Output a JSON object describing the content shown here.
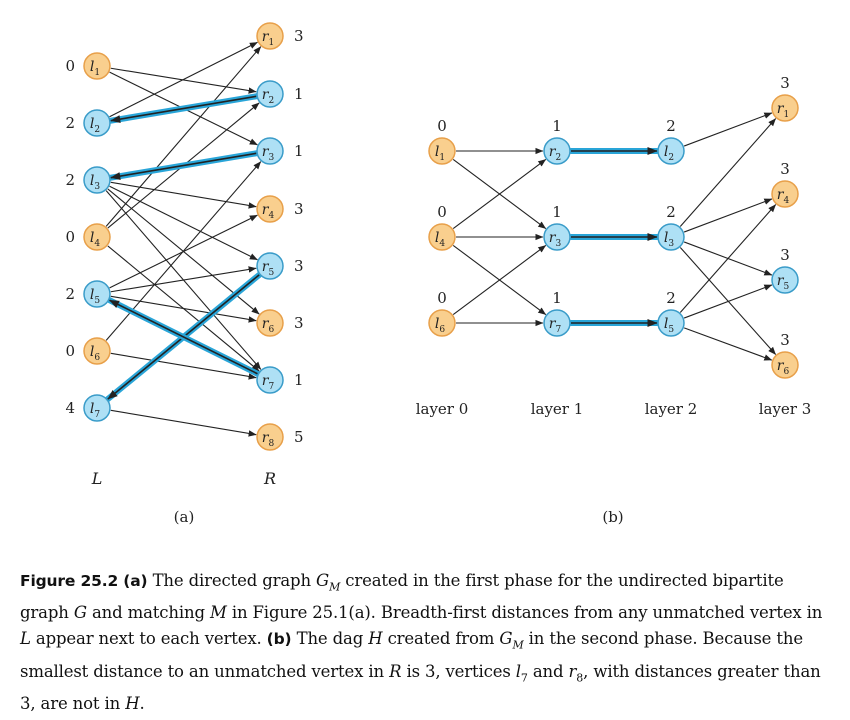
{
  "colors": {
    "matched_fill": "#aee0f5",
    "matched_stroke": "#3a9cc9",
    "unmatched_fill": "#f9cf8e",
    "unmatched_stroke": "#e8a04a",
    "edge": "#222222",
    "highlight": "#29a5d8"
  },
  "part_a": {
    "label": "(a)",
    "left_column_label": "L",
    "right_column_label": "R",
    "left_nodes": [
      {
        "id": "l1",
        "base": "l",
        "sub": "1",
        "dist": "0",
        "matched": false
      },
      {
        "id": "l2",
        "base": "l",
        "sub": "2",
        "dist": "2",
        "matched": true
      },
      {
        "id": "l3",
        "base": "l",
        "sub": "3",
        "dist": "2",
        "matched": true
      },
      {
        "id": "l4",
        "base": "l",
        "sub": "4",
        "dist": "0",
        "matched": false
      },
      {
        "id": "l5",
        "base": "l",
        "sub": "5",
        "dist": "2",
        "matched": true
      },
      {
        "id": "l6",
        "base": "l",
        "sub": "6",
        "dist": "0",
        "matched": false
      },
      {
        "id": "l7",
        "base": "l",
        "sub": "7",
        "dist": "4",
        "matched": true
      }
    ],
    "right_nodes": [
      {
        "id": "r1",
        "base": "r",
        "sub": "1",
        "dist": "3",
        "matched": false
      },
      {
        "id": "r2",
        "base": "r",
        "sub": "2",
        "dist": "1",
        "matched": true
      },
      {
        "id": "r3",
        "base": "r",
        "sub": "3",
        "dist": "1",
        "matched": true
      },
      {
        "id": "r4",
        "base": "r",
        "sub": "4",
        "dist": "3",
        "matched": false
      },
      {
        "id": "r5",
        "base": "r",
        "sub": "5",
        "dist": "3",
        "matched": true
      },
      {
        "id": "r6",
        "base": "r",
        "sub": "6",
        "dist": "3",
        "matched": false
      },
      {
        "id": "r7",
        "base": "r",
        "sub": "7",
        "dist": "1",
        "matched": true
      },
      {
        "id": "r8",
        "base": "r",
        "sub": "8",
        "dist": "5",
        "matched": false
      }
    ],
    "edges_L_to_R": [
      [
        "l1",
        "r2"
      ],
      [
        "l1",
        "r3"
      ],
      [
        "l2",
        "r1"
      ],
      [
        "l3",
        "r4"
      ],
      [
        "l3",
        "r5"
      ],
      [
        "l3",
        "r7"
      ],
      [
        "l4",
        "r1"
      ],
      [
        "l4",
        "r2"
      ],
      [
        "l4",
        "r7"
      ],
      [
        "l5",
        "r4"
      ],
      [
        "l5",
        "r5"
      ],
      [
        "l5",
        "r6"
      ],
      [
        "l6",
        "r3"
      ],
      [
        "l6",
        "r7"
      ],
      [
        "l7",
        "r8"
      ],
      [
        "l3",
        "r6"
      ]
    ],
    "matched_edges_R_to_L": [
      [
        "r2",
        "l2"
      ],
      [
        "r3",
        "l3"
      ],
      [
        "r5",
        "l7"
      ],
      [
        "r7",
        "l5"
      ]
    ]
  },
  "part_b": {
    "label": "(b)",
    "layers": [
      "layer 0",
      "layer 1",
      "layer 2",
      "layer 3"
    ],
    "nodes": [
      {
        "id": "l1",
        "base": "l",
        "sub": "1",
        "dist": "0",
        "matched": false,
        "layer": 0,
        "row": 0
      },
      {
        "id": "l4",
        "base": "l",
        "sub": "4",
        "dist": "0",
        "matched": false,
        "layer": 0,
        "row": 1
      },
      {
        "id": "l6",
        "base": "l",
        "sub": "6",
        "dist": "0",
        "matched": false,
        "layer": 0,
        "row": 2
      },
      {
        "id": "r2",
        "base": "r",
        "sub": "2",
        "dist": "1",
        "matched": true,
        "layer": 1,
        "row": 0
      },
      {
        "id": "r3",
        "base": "r",
        "sub": "3",
        "dist": "1",
        "matched": true,
        "layer": 1,
        "row": 1
      },
      {
        "id": "r7",
        "base": "r",
        "sub": "7",
        "dist": "1",
        "matched": true,
        "layer": 1,
        "row": 2
      },
      {
        "id": "l2",
        "base": "l",
        "sub": "2",
        "dist": "2",
        "matched": true,
        "layer": 2,
        "row": 0
      },
      {
        "id": "l3",
        "base": "l",
        "sub": "3",
        "dist": "2",
        "matched": true,
        "layer": 2,
        "row": 1
      },
      {
        "id": "l5",
        "base": "l",
        "sub": "5",
        "dist": "2",
        "matched": true,
        "layer": 2,
        "row": 2
      },
      {
        "id": "r1",
        "base": "r",
        "sub": "1",
        "dist": "3",
        "matched": false,
        "layer": 3,
        "row": 0
      },
      {
        "id": "r4",
        "base": "r",
        "sub": "4",
        "dist": "3",
        "matched": false,
        "layer": 3,
        "row": 1
      },
      {
        "id": "r5",
        "base": "r",
        "sub": "5",
        "dist": "3",
        "matched": true,
        "layer": 3,
        "row": 2
      },
      {
        "id": "r6",
        "base": "r",
        "sub": "6",
        "dist": "3",
        "matched": false,
        "layer": 3,
        "row": 3
      }
    ],
    "edges": [
      [
        "l1",
        "r2"
      ],
      [
        "l1",
        "r3"
      ],
      [
        "l4",
        "r2"
      ],
      [
        "l4",
        "r3"
      ],
      [
        "l4",
        "r7"
      ],
      [
        "l6",
        "r3"
      ],
      [
        "l6",
        "r7"
      ],
      [
        "l2",
        "r1"
      ],
      [
        "l3",
        "r4"
      ],
      [
        "l3",
        "r5"
      ],
      [
        "l3",
        "r6"
      ],
      [
        "l3",
        "r1"
      ],
      [
        "l5",
        "r4"
      ],
      [
        "l5",
        "r5"
      ],
      [
        "l5",
        "r6"
      ]
    ],
    "matched_edges": [
      [
        "r2",
        "l2"
      ],
      [
        "r3",
        "l3"
      ],
      [
        "r7",
        "l5"
      ]
    ]
  },
  "caption": {
    "label": "Figure 25.2",
    "part_a_marker": "(a)",
    "part_b_marker": "(b)",
    "t1": " The directed graph ",
    "G": "G",
    "M": "M",
    "t2": " created in the first phase for the undirected bipartite graph ",
    "t3": " and matching ",
    "t4": " in Figure 25.1(a). Breadth-first distances from any unmatched vertex in ",
    "L": "L",
    "t5": " appear next to each vertex. ",
    "t6": " The dag ",
    "H": "H",
    "t7": " created from ",
    "t8": " in the second phase. Because the smallest distance to an unmatched vertex in ",
    "R": "R",
    "t9": " is 3, vertices ",
    "l": "l",
    "seven": "7",
    "t10": " and ",
    "r": "r",
    "eight": "8",
    "t11": ", with distances greater than 3, are not in ",
    "t12": "."
  }
}
